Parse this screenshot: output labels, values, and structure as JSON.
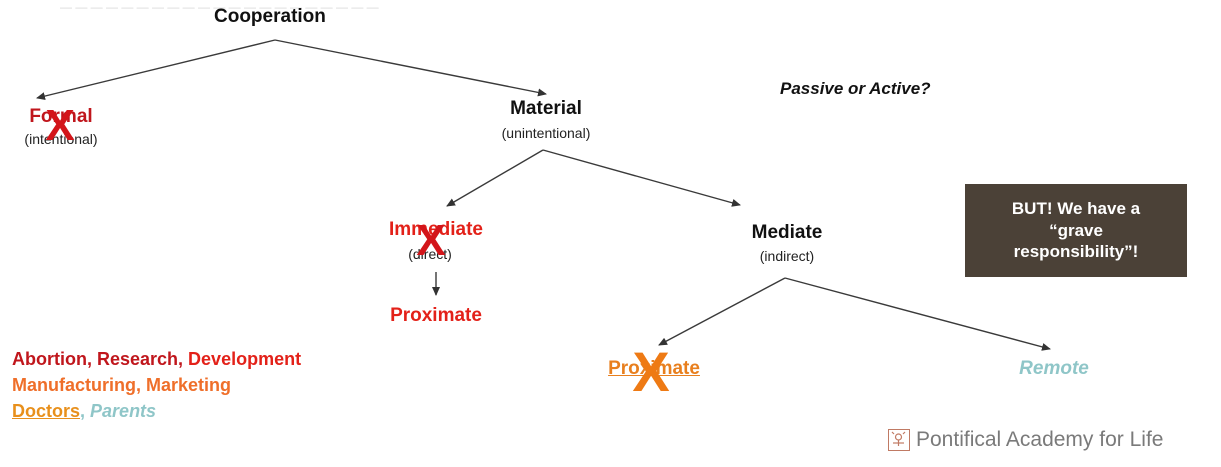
{
  "top_text_fragment": "— — — — — — — — — — — — — — — — — — — — —",
  "title": "Cooperation",
  "question": "Passive or Active?",
  "nodes": {
    "formal": {
      "label": "Formal",
      "sub": "(intentional)"
    },
    "material": {
      "label": "Material",
      "sub": "(unintentional)"
    },
    "immediate": {
      "label": "Immediate",
      "sub": "(direct)"
    },
    "proximate_direct": {
      "label": "Proximate"
    },
    "mediate": {
      "label": "Mediate",
      "sub": "(indirect)"
    },
    "proximate_indirect": {
      "label": "Proximate"
    },
    "remote": {
      "label": "Remote"
    }
  },
  "x_mark": "X",
  "callout": "BUT! We have a “grave responsibility”!",
  "examples": {
    "line1": {
      "part1": "Abortion, Research, ",
      "part2": "Development"
    },
    "line2": "Manufacturing, Marketing",
    "line3": {
      "part1": "Doctors",
      "sep": ", ",
      "part2": "Parents"
    }
  },
  "footer": "Pontifical Academy for Life",
  "colors": {
    "red": "#e32119",
    "dark_red": "#c0161c",
    "orange": "#ee7a14",
    "teal": "#8fc6c8",
    "callout_bg": "#4b4137"
  }
}
